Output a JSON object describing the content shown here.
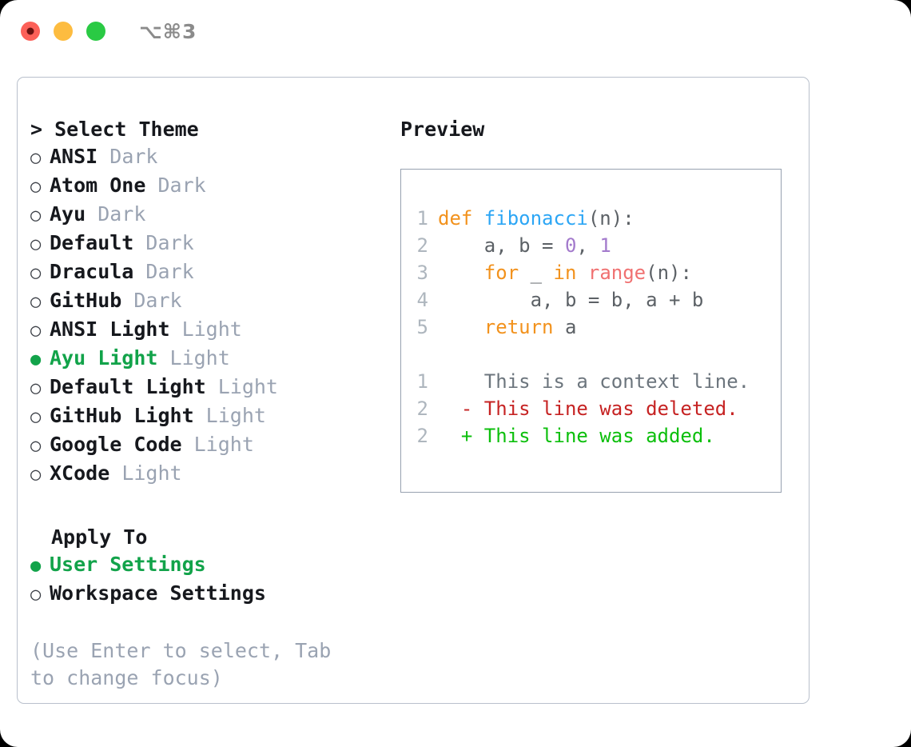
{
  "window": {
    "traffic_lights": [
      {
        "name": "close-button",
        "color": "#fc6058"
      },
      {
        "name": "minimize-button",
        "color": "#fdbc40"
      },
      {
        "name": "maximize-button",
        "color": "#2aca44"
      }
    ],
    "shortcut_label": "⌥⌘3"
  },
  "theme_picker": {
    "header": "> Select Theme",
    "options": [
      {
        "bullet": "○",
        "label": "ANSI",
        "suffix": " Dark",
        "selected": false
      },
      {
        "bullet": "○",
        "label": "Atom One",
        "suffix": " Dark",
        "selected": false
      },
      {
        "bullet": "○",
        "label": "Ayu",
        "suffix": " Dark",
        "selected": false
      },
      {
        "bullet": "○",
        "label": "Default",
        "suffix": " Dark",
        "selected": false
      },
      {
        "bullet": "○",
        "label": "Dracula",
        "suffix": " Dark",
        "selected": false
      },
      {
        "bullet": "○",
        "label": "GitHub",
        "suffix": " Dark",
        "selected": false
      },
      {
        "bullet": "○",
        "label": "ANSI Light",
        "suffix": " Light",
        "selected": false
      },
      {
        "bullet": "●",
        "label": "Ayu Light",
        "suffix": " Light",
        "selected": true
      },
      {
        "bullet": "○",
        "label": "Default Light",
        "suffix": " Light",
        "selected": false
      },
      {
        "bullet": "○",
        "label": "GitHub Light",
        "suffix": " Light",
        "selected": false
      },
      {
        "bullet": "○",
        "label": "Google Code",
        "suffix": " Light",
        "selected": false
      },
      {
        "bullet": "○",
        "label": "XCode",
        "suffix": " Light",
        "selected": false
      }
    ]
  },
  "apply_to": {
    "header": "Apply To",
    "options": [
      {
        "bullet": "●",
        "label": "User Settings",
        "suffix": "",
        "selected": true
      },
      {
        "bullet": "○",
        "label": "Workspace Settings",
        "suffix": "",
        "selected": false
      }
    ]
  },
  "hint": "(Use Enter to select, Tab to change focus)",
  "preview": {
    "title": "Preview",
    "code_lines": [
      {
        "number": "1",
        "tokens": [
          {
            "text": "def ",
            "type": "kw"
          },
          {
            "text": "fibonacci",
            "type": "fn"
          },
          {
            "text": "(n):",
            "type": "plain"
          }
        ]
      },
      {
        "number": "2",
        "tokens": [
          {
            "text": "    a, b = ",
            "type": "plain"
          },
          {
            "text": "0",
            "type": "num"
          },
          {
            "text": ", ",
            "type": "plain"
          },
          {
            "text": "1",
            "type": "num"
          }
        ]
      },
      {
        "number": "3",
        "tokens": [
          {
            "text": "    ",
            "type": "plain"
          },
          {
            "text": "for",
            "type": "kw"
          },
          {
            "text": " _ ",
            "type": "plain"
          },
          {
            "text": "in",
            "type": "kw"
          },
          {
            "text": " ",
            "type": "plain"
          },
          {
            "text": "range",
            "type": "call"
          },
          {
            "text": "(n):",
            "type": "plain"
          }
        ]
      },
      {
        "number": "4",
        "tokens": [
          {
            "text": "        a, b = b, a + b",
            "type": "plain"
          }
        ]
      },
      {
        "number": "5",
        "tokens": [
          {
            "text": "    ",
            "type": "plain"
          },
          {
            "text": "return",
            "type": "kw"
          },
          {
            "text": " a",
            "type": "plain"
          }
        ]
      }
    ],
    "diff_lines": [
      {
        "number": "1",
        "marker": "  ",
        "text": "This is a context line.",
        "kind": "ctx"
      },
      {
        "number": "2",
        "marker": "- ",
        "text": "This line was deleted.",
        "kind": "del"
      },
      {
        "number": "2",
        "marker": "+ ",
        "text": "This line was added.",
        "kind": "add"
      }
    ]
  },
  "colors": {
    "accent_green": "#12a34a",
    "muted_gray": "#9aa3b2",
    "keyword_orange": "#f2921d",
    "function_blue": "#2ca6f5",
    "number_purple": "#a37acc",
    "call_red": "#f07171",
    "diff_add_green": "#0cbf0c",
    "diff_del_red": "#c62323",
    "panel_border": "#b9c0cc"
  }
}
